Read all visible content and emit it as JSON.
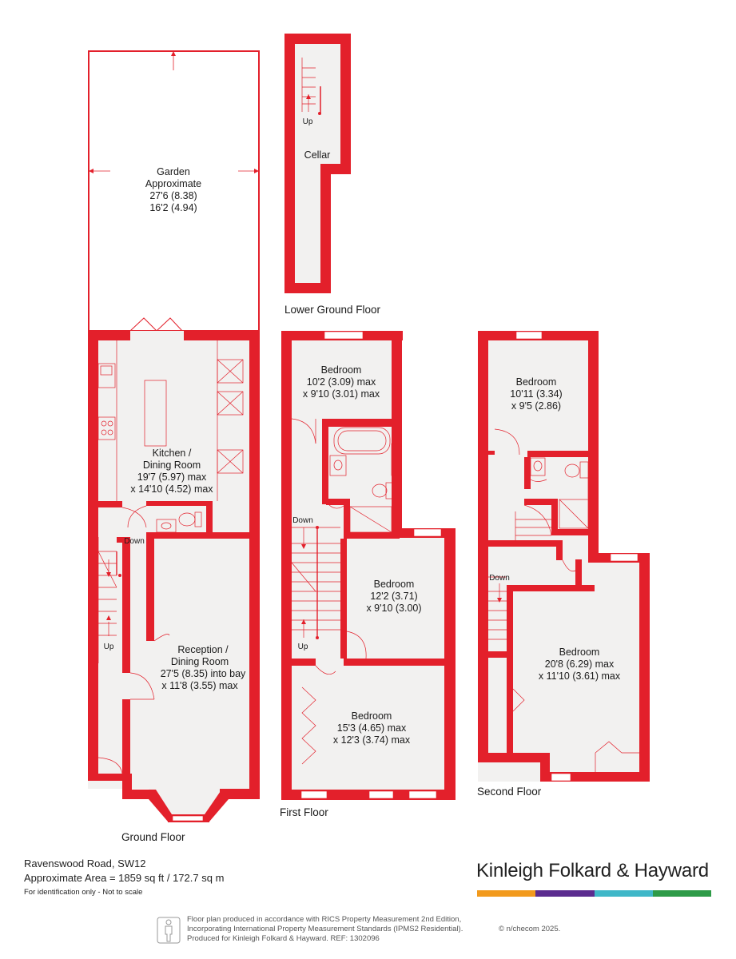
{
  "rooms": {
    "garden": {
      "name": "Garden",
      "line2": "Approximate",
      "dim1": "27'6 (8.38)",
      "dim2": "16'2 (4.94)"
    },
    "cellar": {
      "name": "Cellar"
    },
    "cellar_up": "Up",
    "kitchen": {
      "name": "Kitchen /",
      "name2": "Dining Room",
      "dim1": "19'7 (5.97) max",
      "dim2": "x 14'10 (4.52) max"
    },
    "reception": {
      "name": "Reception /",
      "name2": "Dining Room",
      "dim1": "27'5 (8.35) into bay",
      "dim2": "x 11'8 (3.55) max"
    },
    "ground_down": "Down",
    "ground_up": "Up",
    "ff_bed1": {
      "name": "Bedroom",
      "dim1": "10'2 (3.09) max",
      "dim2": "x 9'10 (3.01) max"
    },
    "ff_bed2": {
      "name": "Bedroom",
      "dim1": "12'2 (3.71)",
      "dim2": "x 9'10 (3.00)"
    },
    "ff_bed3": {
      "name": "Bedroom",
      "dim1": "15'3 (4.65) max",
      "dim2": "x 12'3 (3.74) max"
    },
    "ff_down": "Down",
    "ff_up": "Up",
    "sf_bed1": {
      "name": "Bedroom",
      "dim1": "10'11 (3.34)",
      "dim2": "x 9'5 (2.86)"
    },
    "sf_bed2": {
      "name": "Bedroom",
      "dim1": "20'8 (6.29) max",
      "dim2": "x 11'10 (3.61) max"
    },
    "sf_down": "Down"
  },
  "floors": {
    "lower_ground": "Lower Ground Floor",
    "ground": "Ground Floor",
    "first": "First Floor",
    "second": "Second Floor"
  },
  "footer": {
    "address": "Ravenswood Road, SW12",
    "area": "Approximate Area = 1859 sq ft / 172.7 sq m",
    "identification": "For identification only - Not to scale",
    "brand": "Kinleigh Folkard & Hayward",
    "disclaimer_1": "Floor plan produced in accordance with RICS Property Measurement 2nd Edition,",
    "disclaimer_2": "Incorporating International Property Measurement Standards (IPMS2 Residential).",
    "disclaimer_3": "Produced for Kinleigh Folkard & Hayward.   REF: 1302096",
    "copyright": "© n/checom 2025."
  },
  "colors": {
    "wall": "#e3202b",
    "floor_fill": "#f2f1f0",
    "brand_orange": "#f29a1d",
    "brand_purple": "#5b2c8f",
    "brand_teal": "#3fb7c8",
    "brand_green": "#2e9b48"
  }
}
